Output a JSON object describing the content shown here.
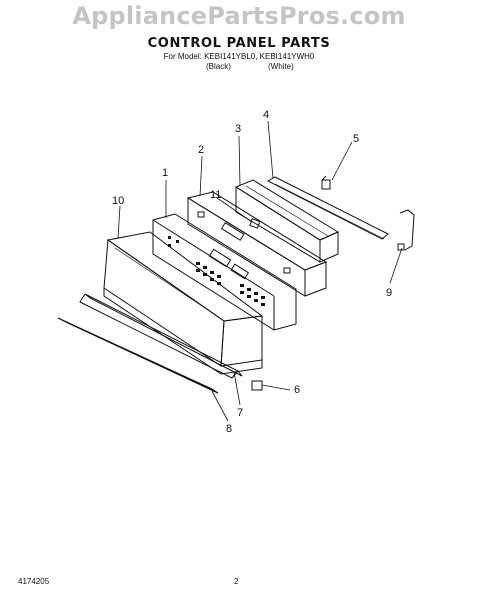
{
  "watermark": "AppliancePartsPros.com",
  "header": {
    "title": "CONTROL PANEL PARTS",
    "models": "For Model: KEBI141YBL0, KEBI141YWH0",
    "variants": [
      "(Black)",
      "(White)"
    ]
  },
  "callouts": [
    "1",
    "2",
    "3",
    "4",
    "5",
    "6",
    "7",
    "8",
    "9",
    "10",
    "11"
  ],
  "footer": {
    "doc_number": "4174205",
    "page_number": "2"
  }
}
